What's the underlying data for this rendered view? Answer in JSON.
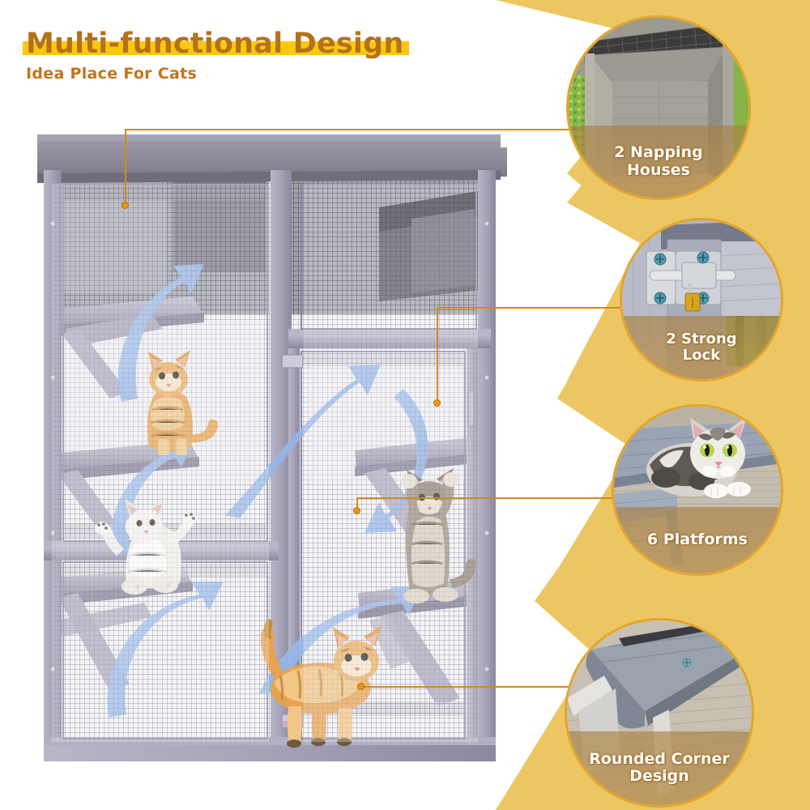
{
  "header": {
    "title": "Multi-functional Design",
    "subtitle": "Idea Place For Cats",
    "title_color": "#b5711a",
    "highlight_color": "#fcc80d",
    "subtitle_color": "#c4741c"
  },
  "theme": {
    "background": "#ffffff",
    "accent_yellow": "#ecc662",
    "connector_color": "#d08a23",
    "ring_color": "#e3a52b",
    "arrow_color": "#8fb3e8",
    "frame_color": "#a8a4b8",
    "roof_color": "#8a8a96"
  },
  "callouts": [
    {
      "id": "napping-houses",
      "label": "2 Napping\nHouses",
      "line1": "2 Napping",
      "line2": "Houses",
      "photo": "catio-napping-house-interior"
    },
    {
      "id": "strong-lock",
      "label": "2 Strong\nLock",
      "line1": "2 Strong",
      "line2": "Lock",
      "photo": "metal-slide-bolt-latch-with-padlock"
    },
    {
      "id": "platforms",
      "label": "6 Platforms",
      "line1": "6 Platforms",
      "line2": "",
      "photo": "tabby-cat-resting-on-wooden-platform"
    },
    {
      "id": "rounded-corner",
      "label": "Rounded Corner\nDesign",
      "line1": "Rounded Corner",
      "line2": "Design",
      "photo": "rounded-corner-platform-edge-closeup"
    }
  ],
  "product": {
    "name": "wooden-outdoor-cat-catio-enclosure",
    "cats": [
      {
        "id": "orange-tabby-sitting",
        "position": "upper-left-platform"
      },
      {
        "id": "white-ragdoll-playing",
        "position": "mid-left-platform"
      },
      {
        "id": "grey-tabby-standing-up",
        "position": "right-mid-platform"
      },
      {
        "id": "orange-tabby-walking",
        "position": "bottom-floor"
      }
    ],
    "arrows": [
      {
        "id": "arrow-1",
        "direction": "up-left"
      },
      {
        "id": "arrow-2",
        "direction": "up-right"
      },
      {
        "id": "arrow-3",
        "direction": "up-left"
      },
      {
        "id": "arrow-4",
        "direction": "up-right"
      },
      {
        "id": "arrow-5",
        "direction": "down-right"
      },
      {
        "id": "arrow-6",
        "direction": "up-right"
      }
    ]
  }
}
